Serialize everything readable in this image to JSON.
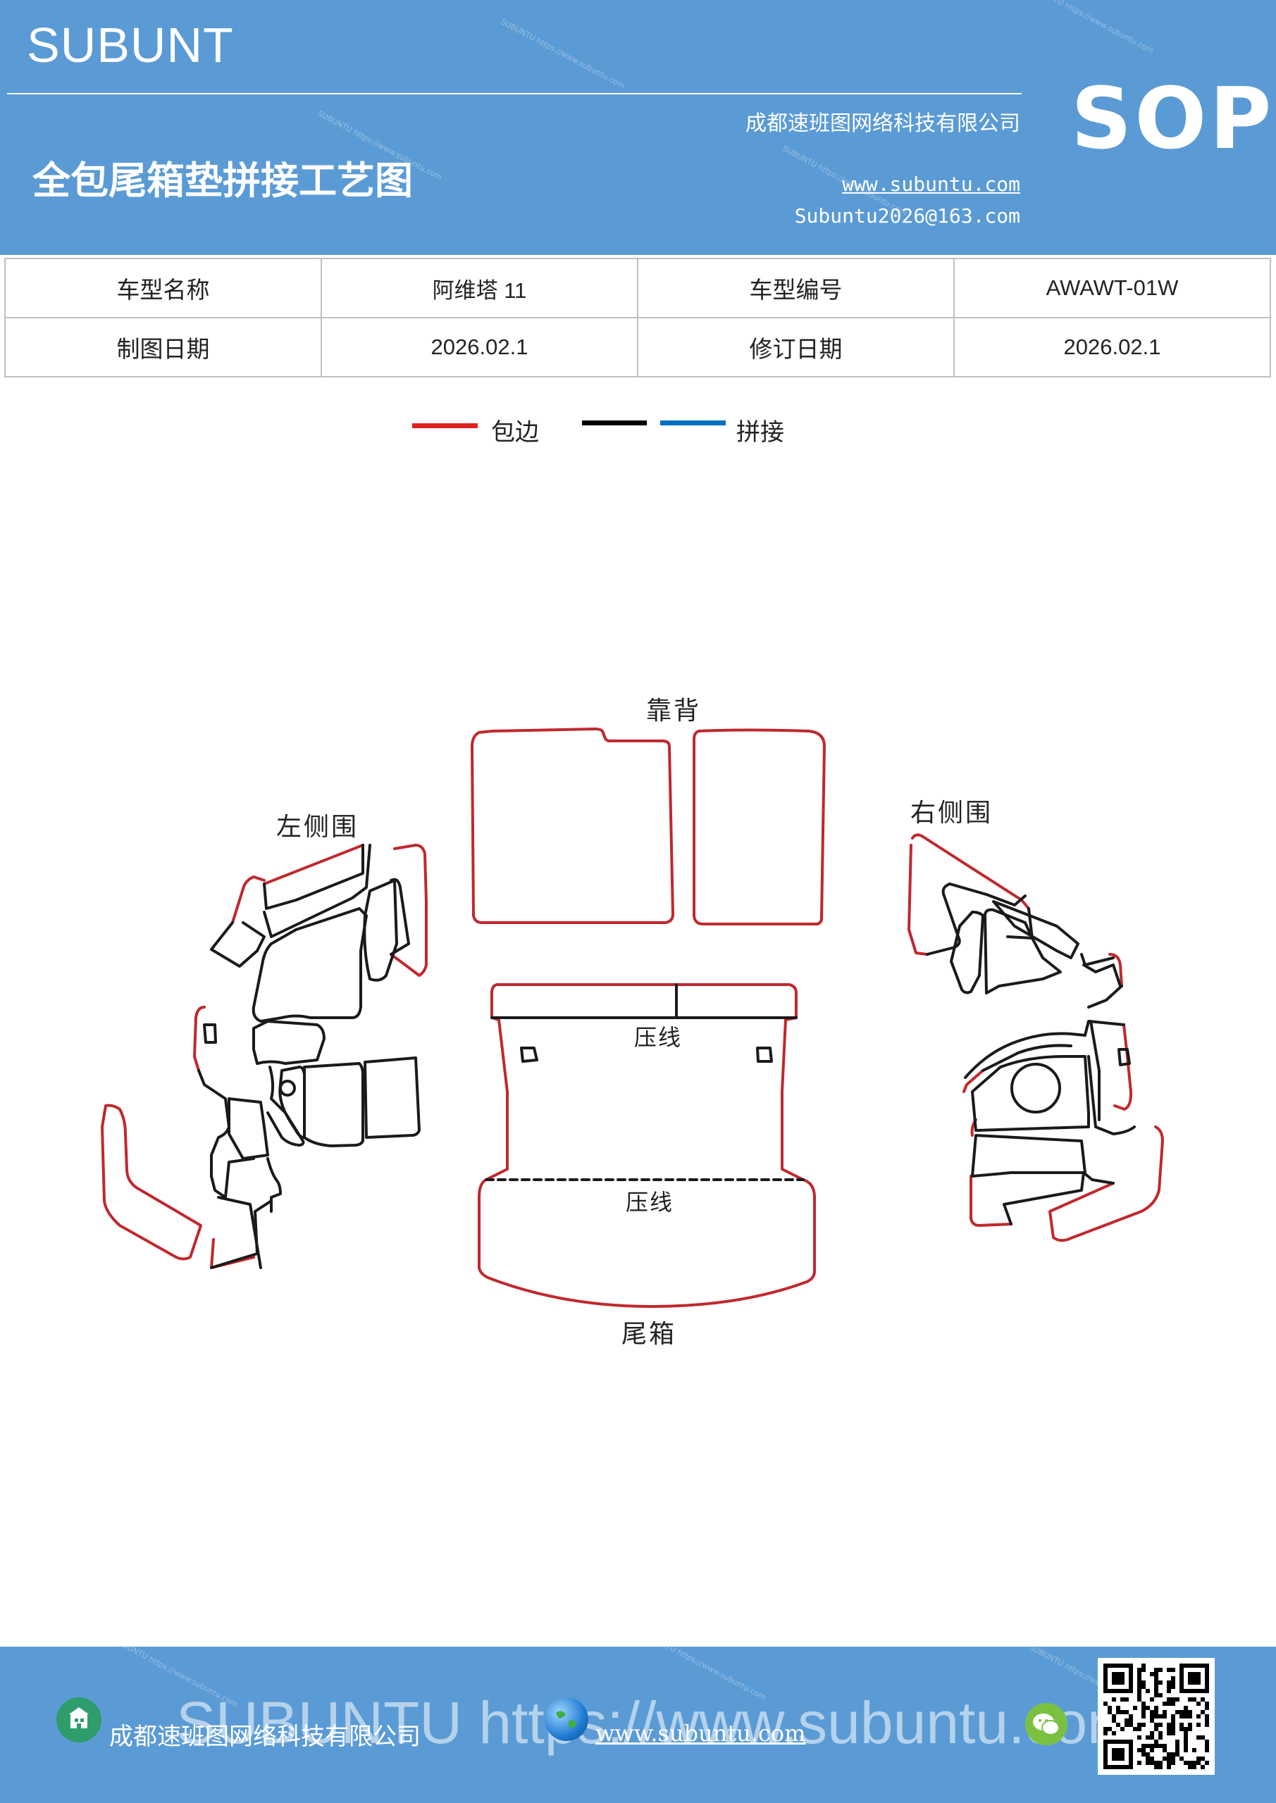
{
  "header": {
    "brand": "SUBUNT",
    "title": "全包尾箱垫拼接工艺图",
    "company": "成都速班图网络科技有限公司",
    "website": "www.subuntu.com",
    "email": "Subuntu2026@163.com",
    "sop": "SOP"
  },
  "info": {
    "rows": [
      [
        "车型名称",
        "阿维塔 11",
        "车型编号",
        "AWAWT-01W"
      ],
      [
        "制图日期",
        "2026.02.1",
        "修订日期",
        "2026.02.1"
      ]
    ]
  },
  "legend": {
    "items": [
      {
        "label": "包边",
        "color": "#e02020"
      },
      {
        "label": "",
        "color": "#000000"
      },
      {
        "label": "拼接",
        "color": "#0070c0"
      }
    ]
  },
  "diagram": {
    "labels": {
      "backrest": "靠背",
      "left_side": "左侧围",
      "right_side": "右侧围",
      "trunk": "尾箱",
      "press_line_1": "压线",
      "press_line_2": "压线"
    },
    "colors": {
      "edge": "#c0282d",
      "seam": "#1a1a1a"
    }
  },
  "footer": {
    "watermark": "SUBUNTU https://www.subuntu.com",
    "company": "成都速班图网络科技有限公司",
    "website": "www.subuntu.com"
  }
}
